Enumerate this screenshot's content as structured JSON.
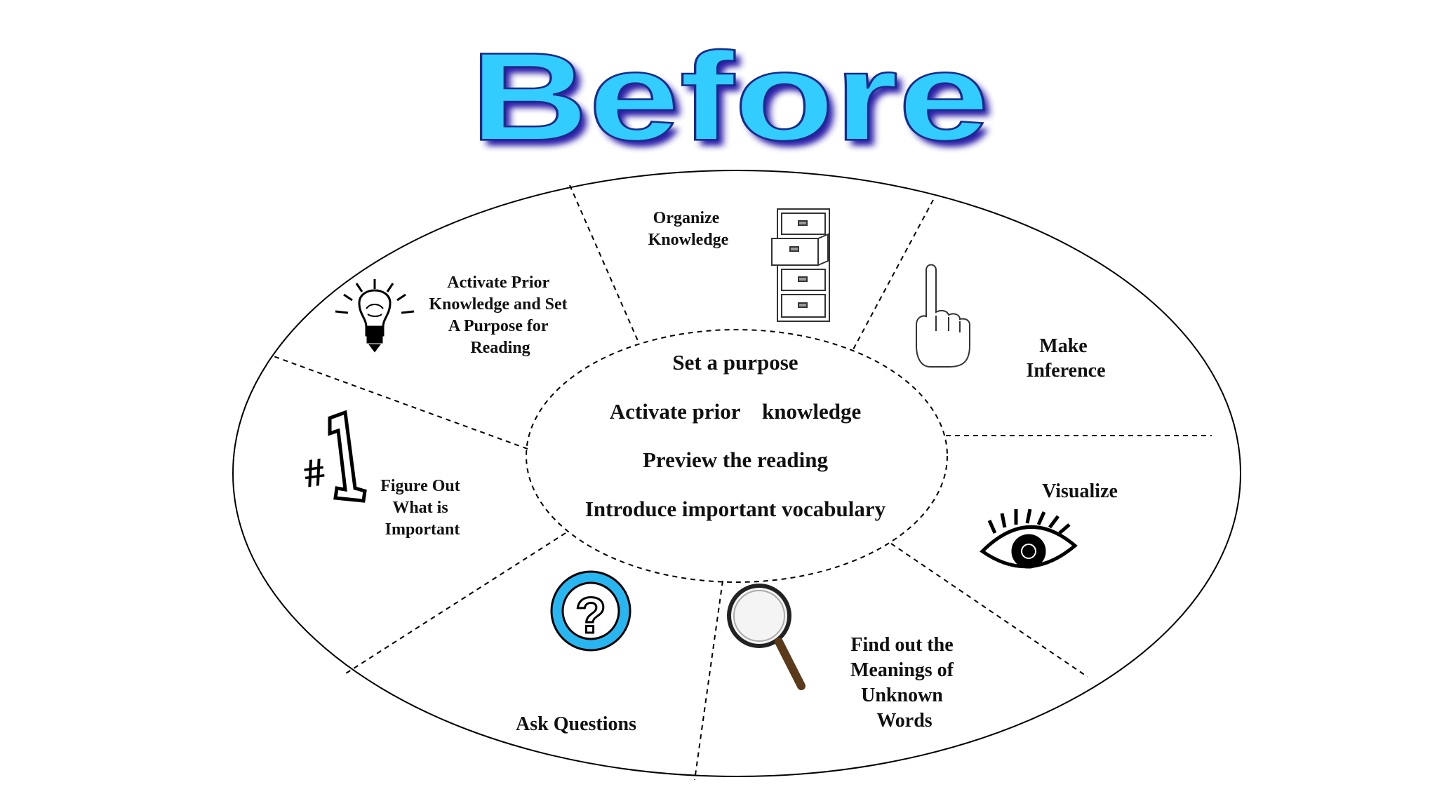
{
  "title": "Before",
  "colors": {
    "title_fill": "#33ccff",
    "title_shadow": "#2a1aa8",
    "outline": "#000000",
    "accent_blue": "#29b6f0",
    "text": "#111111"
  },
  "center": {
    "lines": [
      "Set a purpose",
      "Activate prior    knowledge",
      "Preview the reading",
      "Introduce important vocabulary"
    ]
  },
  "segments": [
    {
      "id": "organize",
      "label": "Organize\nKnowledge",
      "icon": "file-cabinet-icon"
    },
    {
      "id": "inference",
      "label": "Make\nInference",
      "icon": "pointing-hand-icon"
    },
    {
      "id": "visualize",
      "label": "Visualize",
      "icon": "eye-icon"
    },
    {
      "id": "meanings",
      "label": "Find out the\nMeanings of\nUnknown\nWords",
      "icon": "magnifying-glass-icon"
    },
    {
      "id": "questions",
      "label": "Ask Questions",
      "icon": "question-mark-icon"
    },
    {
      "id": "important",
      "label": "Figure Out\nWhat is\nImportant",
      "icon": "number-one-icon"
    },
    {
      "id": "activate",
      "label": "Activate Prior\nKnowledge and Set\nA Purpose for\nReading",
      "icon": "lightbulb-icon"
    }
  ]
}
